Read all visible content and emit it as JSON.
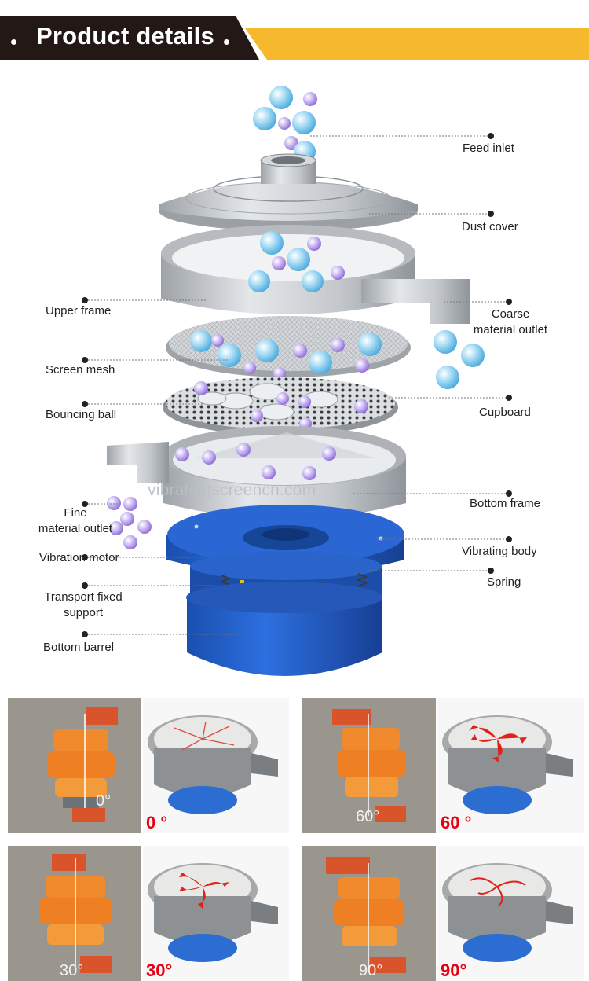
{
  "header": {
    "title": "Product details"
  },
  "watermark": "vibratingscreencn.com",
  "labels": {
    "feed_inlet": "Feed inlet",
    "dust_cover": "Dust cover",
    "upper_frame": "Upper frame",
    "coarse_outlet_1": "Coarse",
    "coarse_outlet_2": "material outlet",
    "screen_mesh": "Screen mesh",
    "bouncing_ball": "Bouncing ball",
    "cupboard": "Cupboard",
    "fine_outlet_1": "Fine",
    "fine_outlet_2": "material outlet",
    "bottom_frame": "Bottom frame",
    "vibration_motor": "Vibration motor",
    "vibrating_body": "Vibrating body",
    "spring": "Spring",
    "transport_1": "Transport fixed",
    "transport_2": "support",
    "bottom_barrel": "Bottom barrel"
  },
  "panels": [
    {
      "angle": "0 °",
      "motor_angle": "0°"
    },
    {
      "angle": "60 °",
      "motor_angle": "60°"
    },
    {
      "angle": "30°",
      "motor_angle": "30°"
    },
    {
      "angle": "90°",
      "motor_angle": "90°"
    }
  ],
  "colors": {
    "banner_dark": "#231815",
    "banner_accent": "#f6b92e",
    "machine_blue": "#1f5fc8",
    "steel": "#c9cdd1",
    "angle_red": "#e60012"
  }
}
